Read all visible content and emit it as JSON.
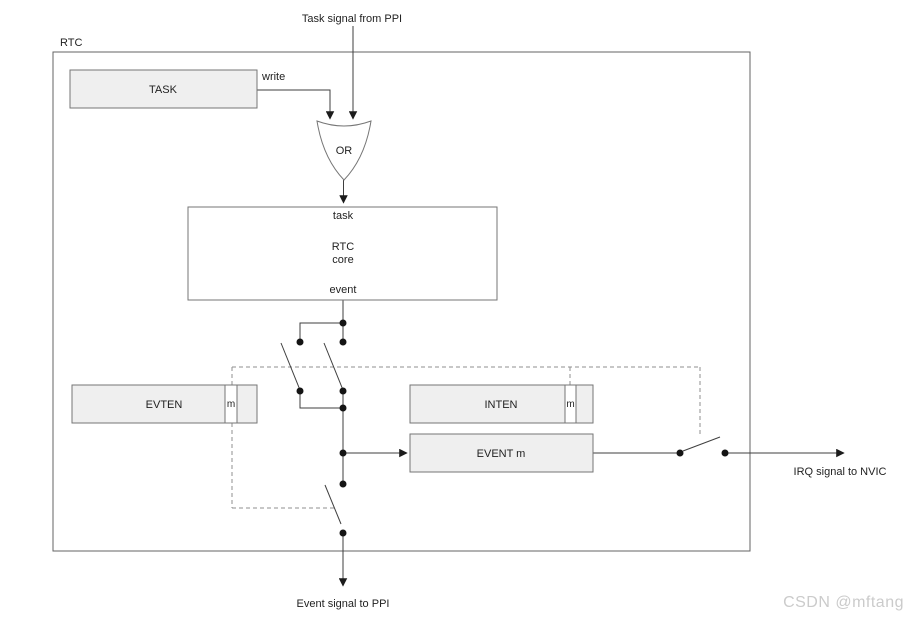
{
  "diagram": {
    "peripheral_label": "RTC",
    "task_signal_label": "Task signal from PPI",
    "task_register_label": "TASK",
    "write_label": "write",
    "or_gate_label": "OR",
    "core": {
      "task_port": "task",
      "title_line1": "RTC",
      "title_line2": "core",
      "event_port": "event"
    },
    "evten_register": {
      "label": "EVTEN",
      "bit": "m"
    },
    "inten_register": {
      "label": "INTEN",
      "bit": "m"
    },
    "event_register_label": "EVENT m",
    "irq_signal_label": "IRQ signal to NVIC",
    "event_signal_label": "Event signal to PPI"
  },
  "watermark": "CSDN @mftang",
  "colors": {
    "background": "#ffffff",
    "box_fill": "#efefef",
    "box_border": "#767676",
    "line": "#3f3f3f",
    "dashed_control_line": "#8f8f8f",
    "junction_dot": "#141414",
    "text": "#1f1f1f",
    "watermark": "#cbcbcb"
  }
}
